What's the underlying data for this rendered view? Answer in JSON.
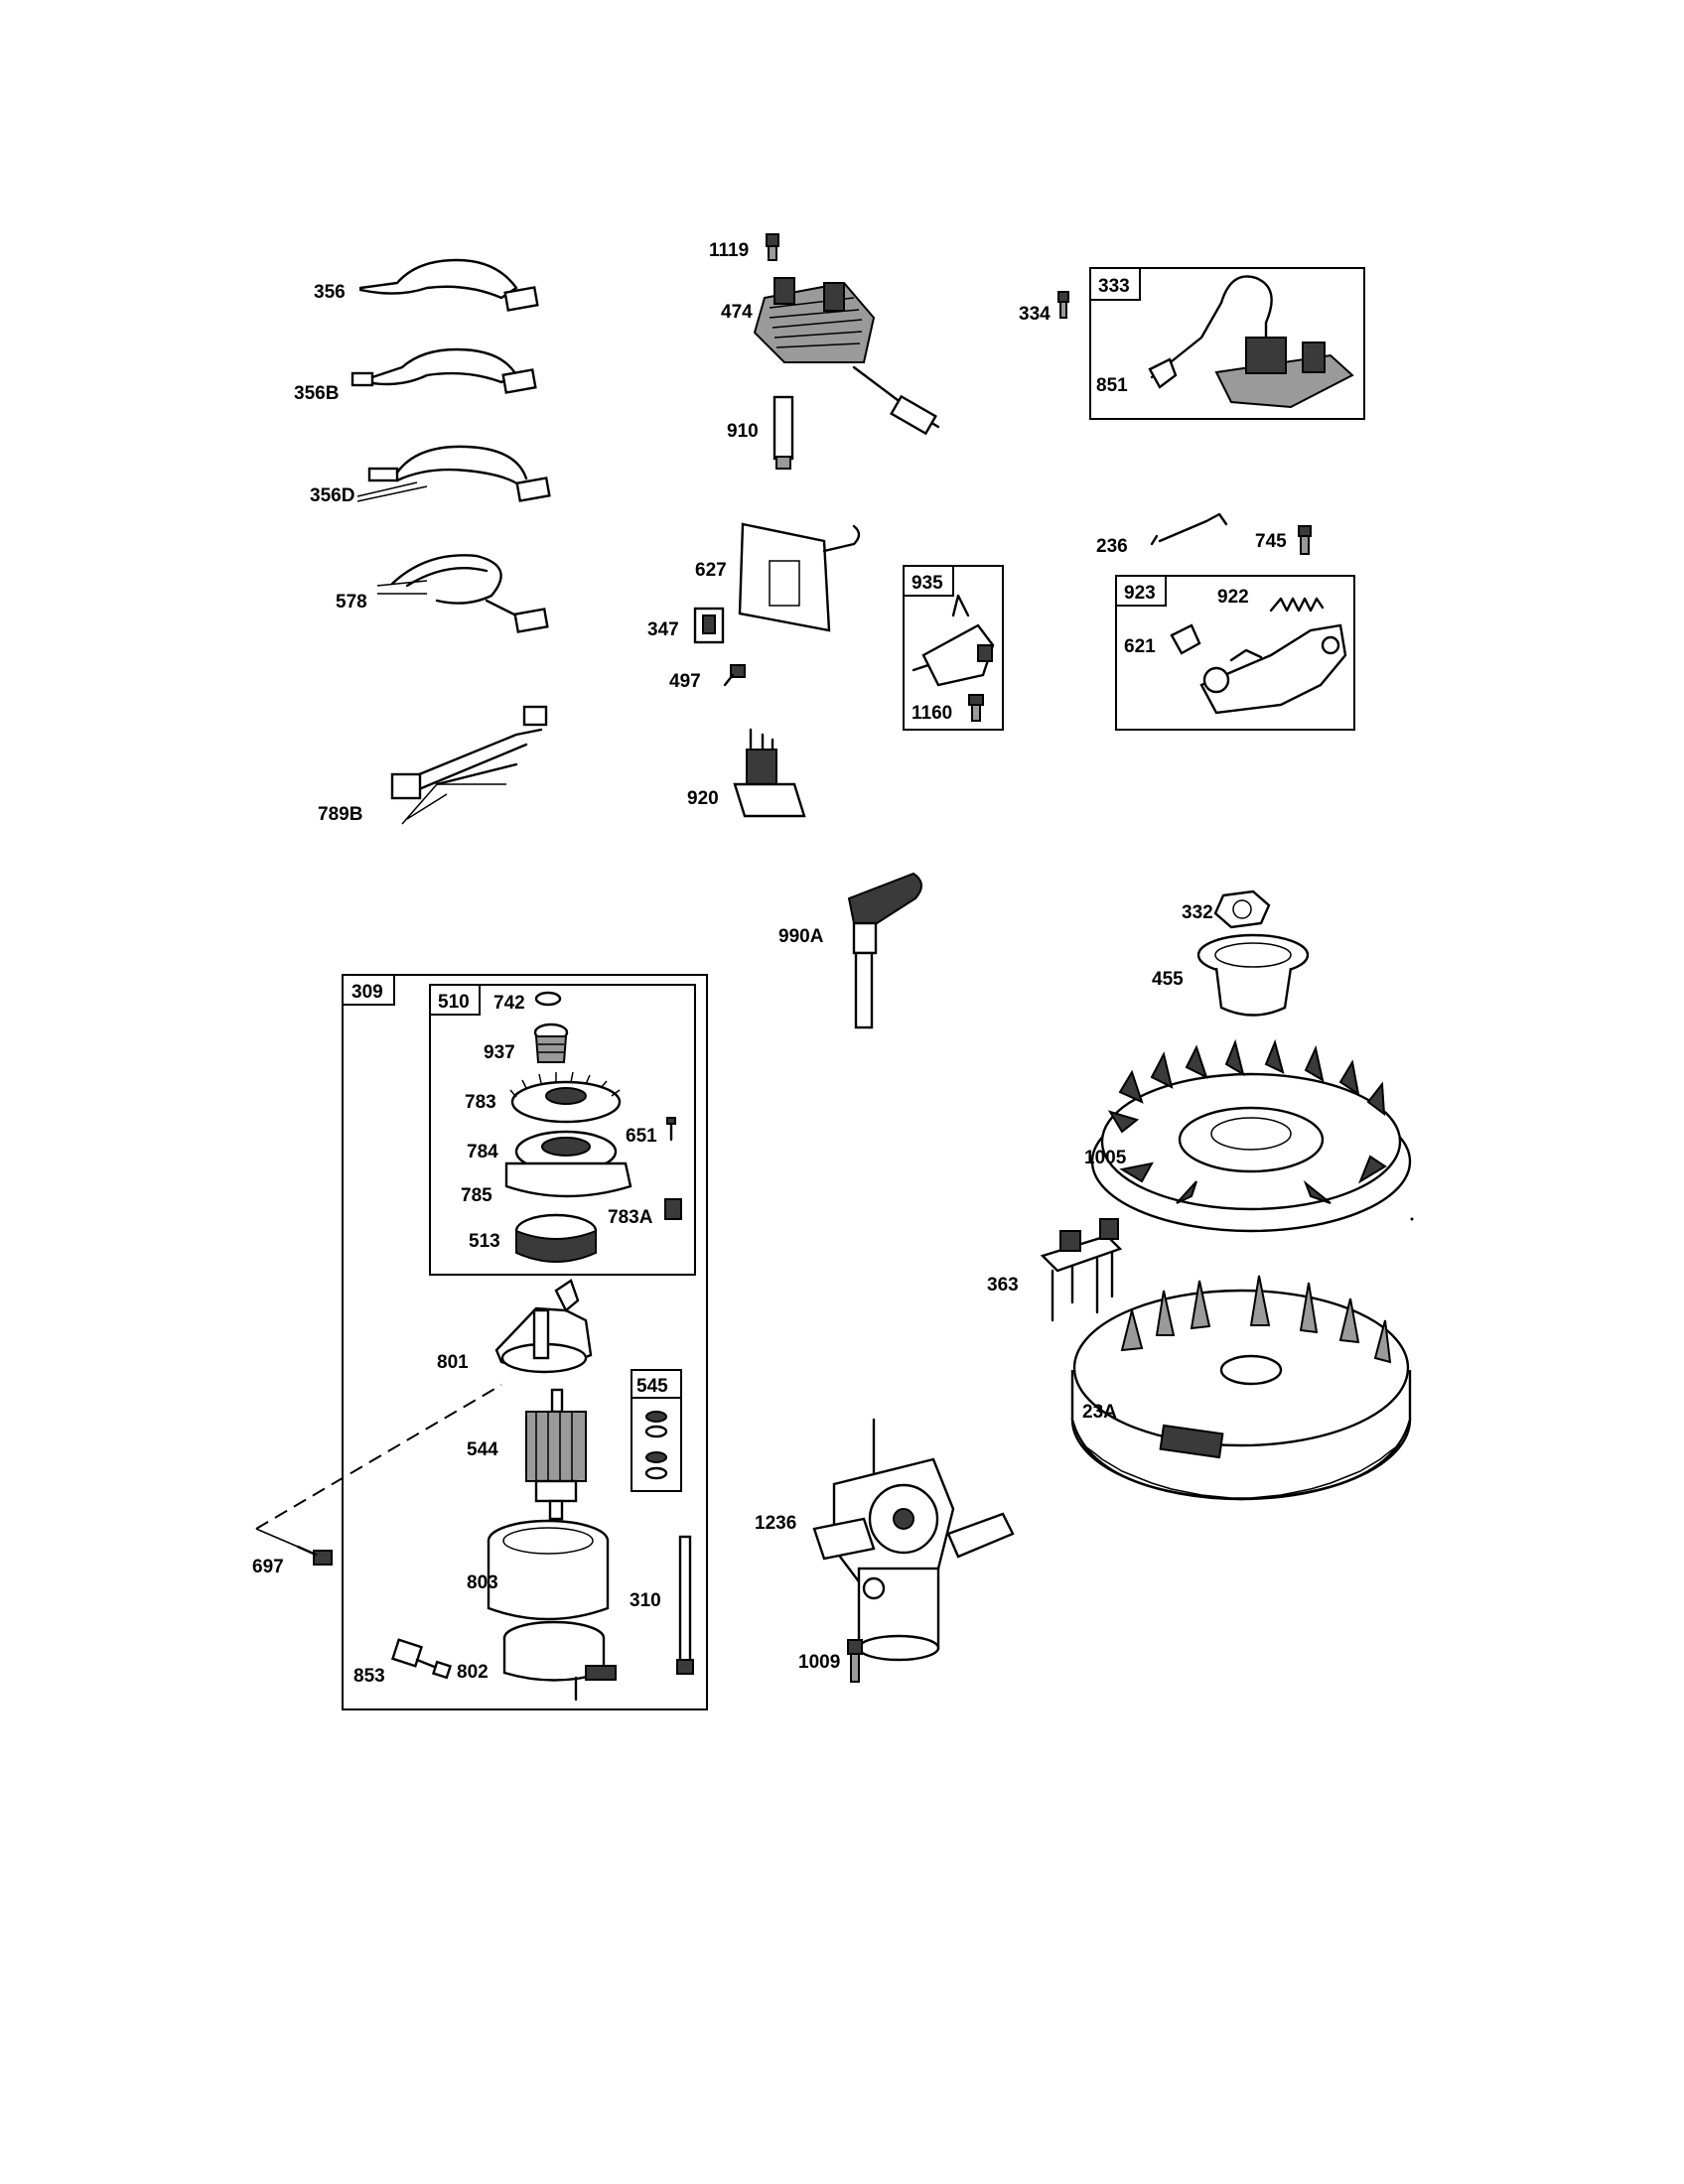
{
  "parts": {
    "p356": "356",
    "p356B": "356B",
    "p356D": "356D",
    "p578": "578",
    "p789B": "789B",
    "p1119": "1119",
    "p474": "474",
    "p910": "910",
    "p627": "627",
    "p347": "347",
    "p497": "497",
    "p920": "920",
    "p333": "333",
    "p334": "334",
    "p851": "851",
    "p236": "236",
    "p745": "745",
    "p935": "935",
    "p1160": "1160",
    "p923": "923",
    "p922": "922",
    "p621": "621",
    "p990A": "990A",
    "p332": "332",
    "p455": "455",
    "p1005": "1005",
    "p363": "363",
    "p23A": "23A",
    "p1236": "1236",
    "p1009": "1009",
    "p309": "309",
    "p510": "510",
    "p742": "742",
    "p937": "937",
    "p783": "783",
    "p784": "784",
    "p785": "785",
    "p513": "513",
    "p651": "651",
    "p783A": "783A",
    "p801": "801",
    "p545": "545",
    "p544": "544",
    "p803": "803",
    "p310": "310",
    "p697": "697",
    "p853": "853",
    "p802": "802"
  }
}
